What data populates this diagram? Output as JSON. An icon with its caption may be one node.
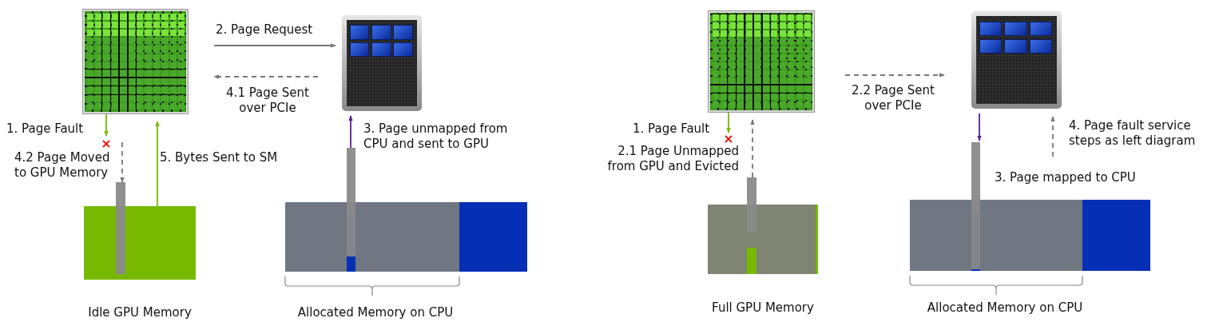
{
  "diagram": {
    "nodes": [
      {
        "text": [],
        "shape": "picture"
      },
      {
        "text": [],
        "shape": "picture"
      },
      {
        "text": [],
        "shape": "bar",
        "beside": [
          "Idle GPU Memory"
        ]
      },
      {
        "text": [],
        "shape": "bar",
        "beside": [
          "Allocated Memory on CPU"
        ]
      },
      {
        "text": [],
        "shape": "picture"
      },
      {
        "text": [],
        "shape": "picture"
      },
      {
        "text": [],
        "shape": "bar",
        "beside": [
          "Full GPU Memory"
        ]
      },
      {
        "text": [],
        "shape": "bar",
        "beside": [
          "Allocated Memory on CPU"
        ]
      }
    ],
    "edges": [
      {
        "from": 0,
        "to": 1,
        "arrow": "to",
        "label": "2. Page Request"
      },
      {
        "from": 1,
        "to": 0,
        "arrow": "to",
        "label": "4.1 Page Sent over PCIe",
        "style": "dashed"
      },
      {
        "from": 0,
        "to": null,
        "arrow": "to",
        "label": "1. Page Fault",
        "color": "#76b900"
      },
      {
        "from": null,
        "to": 2,
        "arrow": "to",
        "label": "4.2 Page Moved to GPU Memory",
        "style": "dashed"
      },
      {
        "from": 2,
        "to": 0,
        "arrow": "to",
        "label": "5. Bytes Sent to SM",
        "color": "#76b900"
      },
      {
        "from": 3,
        "to": 1,
        "arrow": "to",
        "label": "3. Page unmapped from CPU and sent to GPU",
        "color": "#5c1f8c"
      },
      {
        "from": 4,
        "to": null,
        "arrow": "to",
        "label": "1. Page Fault",
        "color": "#76b900"
      },
      {
        "from": 6,
        "to": 4,
        "arrow": "to",
        "label": "2.1 Page Unmapped from GPU and Evicted",
        "style": "dashed"
      },
      {
        "from": 4,
        "to": 5,
        "arrow": "to",
        "label": "2.2 Page Sent over PCIe",
        "style": "dashed"
      },
      {
        "from": 5,
        "to": 7,
        "arrow": "to",
        "label": "3. Page mapped to CPU",
        "color": "#5c1f8c"
      },
      {
        "from": 7,
        "to": 5,
        "arrow": "to",
        "label": "4. Page fault service steps as left diagram",
        "style": "dashed"
      }
    ]
  }
}
